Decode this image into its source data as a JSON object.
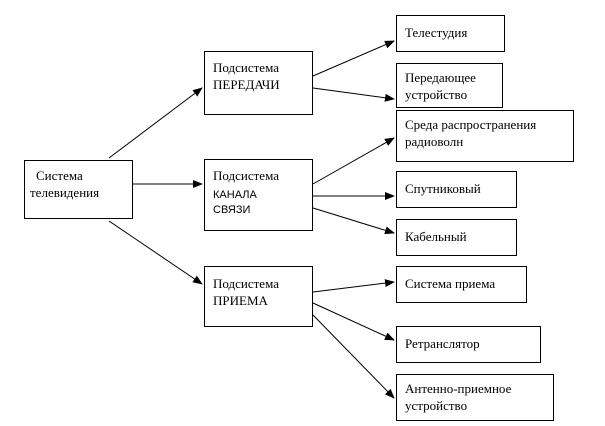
{
  "root": {
    "line1": "Система",
    "line2": "телевидения"
  },
  "subsystems": {
    "transmission": {
      "line1": "Подсистема",
      "line2": "ПЕРЕДАЧИ"
    },
    "channel": {
      "line1": "Подсистема",
      "line2": "КАНАЛА",
      "line3": "СВЯЗИ"
    },
    "reception": {
      "line1": "Подсистема",
      "line2": "ПРИЕМА"
    }
  },
  "leaves": {
    "studio": {
      "line1": "Телестудия"
    },
    "transmitter": {
      "line1": "Передающее",
      "line2": "устройство"
    },
    "medium": {
      "line1": "Среда распространения",
      "line2": "радиоволн"
    },
    "satellite": {
      "line1": "Спутниковый"
    },
    "cable": {
      "line1": "Кабельный"
    },
    "reception_system": {
      "line1": "Система приема"
    },
    "relay": {
      "line1": "Ретранслятор"
    },
    "antenna": {
      "line1": "Антенно-приемное",
      "line2": "устройство"
    }
  }
}
